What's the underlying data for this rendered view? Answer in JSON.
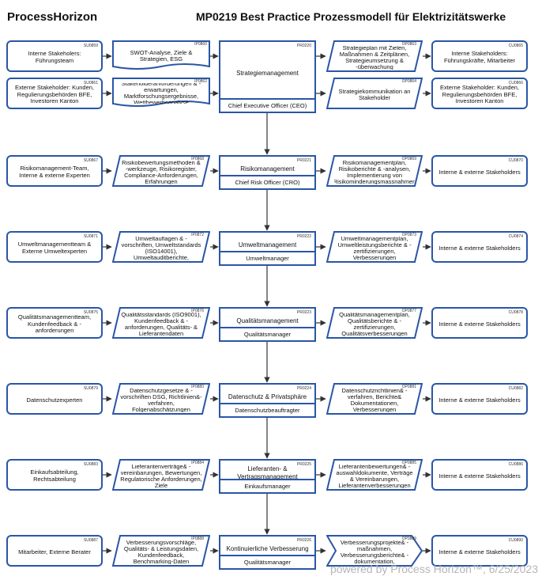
{
  "header": {
    "brand": "ProcessHorizon",
    "title": "MP0219 Best Practice Prozessmodell für Elektrizitätswerke"
  },
  "footer": {
    "text": "powered by Process Horizon™, 6/25/2023"
  },
  "colors": {
    "border": "#2a56a6",
    "arrow": "#333333"
  },
  "top_block": {
    "suppliers": [
      {
        "code": "SU0859",
        "text": "Interne Stakeholers: Führungsteam"
      },
      {
        "code": "SU0861",
        "text": "Externe Stakeholder: Kunden, Regulierungsbehörden BFE, Investoren Kanton"
      }
    ],
    "inputs": [
      {
        "code": "IP0860",
        "text": "SWOT-Analyse, Ziele & Strategien, ESG"
      },
      {
        "code": "IP0862",
        "text": "Stakeholderanforderungen & -erwartungen, Marktforschungsergebnisse, Wettbewerbsanalyse"
      }
    ],
    "process": {
      "code": "PR0220",
      "name": "Strategiemanagement",
      "role": "Chief Executive Officer (CEO)"
    },
    "outputs": [
      {
        "code": "OP0863",
        "text": "Strategieplan mit Zielen, Maßnahmen & Zeitplänen, Strategieumsetzung & -überwachung"
      },
      {
        "code": "OP0864",
        "text": "Strategiekommunikation an Stakeholder"
      }
    ],
    "customers": [
      {
        "code": "CU0865",
        "text": "Interne Stakeholders: Führungskräfte, Mitarbeiter"
      },
      {
        "code": "CU0866",
        "text": "Externe Stakeholder: Kunden, Regulierungsbehörden BFE, Investoren Kanton"
      }
    ]
  },
  "rows": [
    {
      "supplier": {
        "code": "SU0867",
        "text": "Risikomanagement-Team, Interne & externe Experten"
      },
      "input": {
        "code": "IP0868",
        "text": "Risikobewertungsmethoden & -werkzeuge, Risikoregister, Compliance-Anforderungen, Erfahrungen"
      },
      "process": {
        "code": "PR0221",
        "name": "Risikomanagement",
        "role": "Chief Risk Officer (CRO)"
      },
      "output": {
        "code": "OP0869",
        "text": "Risikomanagementplan, Risikoberichte & -analysen, Implementierung von Risikominderungsmassnahmen"
      },
      "customer": {
        "code": "CU0870",
        "text": "Interne & externe Stakeholders"
      }
    },
    {
      "supplier": {
        "code": "SU0871",
        "text": "Umweltmanagementteam & Externe Umweltexperten"
      },
      "input": {
        "code": "IP0872",
        "text": "Umweltauflagen & -vorschriften, Umweltstandards (ISO14001), Umweltauditberichte,"
      },
      "process": {
        "code": "PR0222",
        "name": "Umweltmanagement",
        "role": "Umweltmanager"
      },
      "output": {
        "code": "OP0873",
        "text": "Umweltmanagementplan, Umweltleistungsberichte & -zertifizierungen, Verbesserungen"
      },
      "customer": {
        "code": "CU0874",
        "text": "Interne & externe Stakeholders"
      }
    },
    {
      "supplier": {
        "code": "SU0875",
        "text": "Qualitätsmanagementteam, Kundenfeedback & -anforderungen"
      },
      "input": {
        "code": "IP0876",
        "text": "Qualitätsstandards (ISO9001), Kundenfeedback & -anforderungen, Qualitäts- & Lieferantendaten"
      },
      "process": {
        "code": "PR0223",
        "name": "Qualitätsmanagement",
        "role": "Qualitätsmanager"
      },
      "output": {
        "code": "OP0877",
        "text": "Qualitätsmanagementplan, Qualitätsberichte & -zertifizierungen, Qualitätsverbesserungen"
      },
      "customer": {
        "code": "CU0878",
        "text": "Interne & externe Stakeholders"
      }
    },
    {
      "supplier": {
        "code": "SU0879",
        "text": "Datenschutzexperten"
      },
      "input": {
        "code": "IP0880",
        "text": "Datenschutzgesetze & -vorschriften DSG, Richtlinien&-verfahren, Folgenabschätzungen"
      },
      "process": {
        "code": "PR0224",
        "name": "Datenschutz & Privatsphäre",
        "role": "Datenschutzbeauftragter"
      },
      "output": {
        "code": "OP0881",
        "text": "Datenschutzrichtlinien& -verfahren, Berichte& Dokumentationen, Verbesserungen"
      },
      "customer": {
        "code": "CU0882",
        "text": "Interne & externe Stakeholders"
      }
    },
    {
      "supplier": {
        "code": "SU0883",
        "text": "Einkaufsabteilung, Rechtsabteilung"
      },
      "input": {
        "code": "IP0884",
        "text": "Lieferantenverträge& -vereinbarungen, Bewertungen, Regulatorische Anforderungen, Ziele"
      },
      "process": {
        "code": "PR0225",
        "name": "Lieferanten- & Vertragsmanagement",
        "role": "Einkaufsmanager"
      },
      "output": {
        "code": "OP0885",
        "text": "Lieferantenbewertungen& -auswahldokumente, Verträge & Vereinbarungen, Lieferantenverbesserungen"
      },
      "customer": {
        "code": "CU0886",
        "text": "Interne & externe Stakeholders"
      }
    },
    {
      "supplier": {
        "code": "SU0887",
        "text": "Mitarbeiter, Externe Berater"
      },
      "input": {
        "code": "IP0888",
        "text": "Verbesserungsvorschläge, Qualitäts- & Leistungsdaten, Kundenfeedback, Benchmarking-Daten"
      },
      "process": {
        "code": "PR0226",
        "name": "Kontinuierliche Verbesserung",
        "role": "Qualitätsmanager"
      },
      "output": {
        "code": "OP0889",
        "text": "Verbesserungsprojekte& -maßnahmen, Verbesserungsberichte& -dokumentation,"
      },
      "customer": {
        "code": "CU0890",
        "text": "Interne & externe Stakeholders"
      }
    }
  ]
}
